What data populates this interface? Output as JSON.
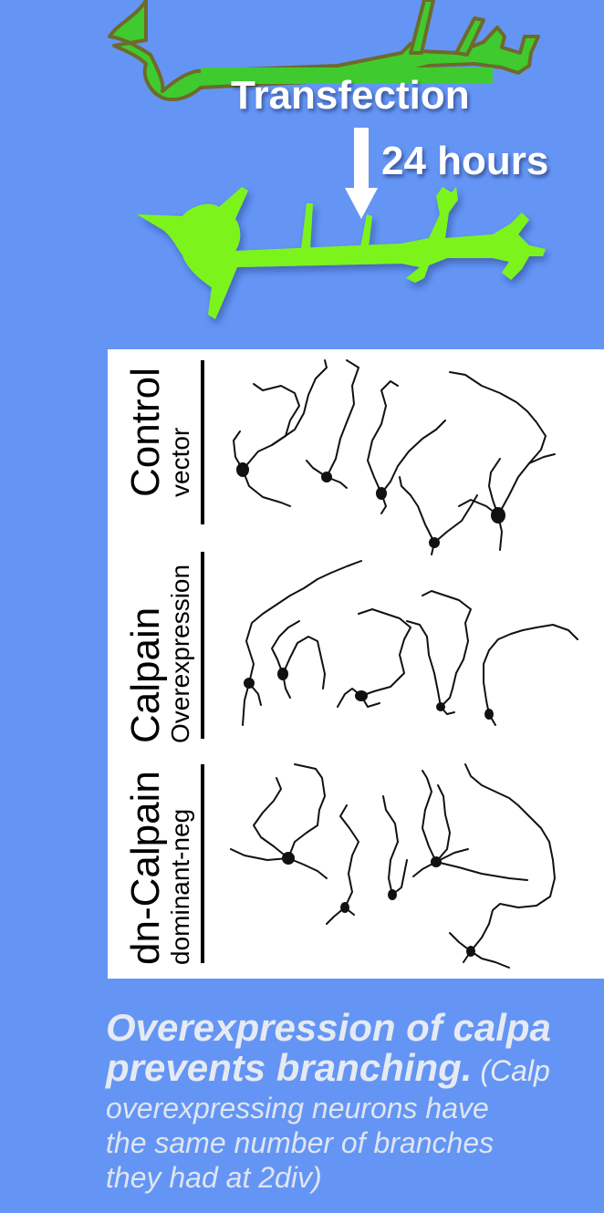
{
  "diagram": {
    "step_label": "Transfection",
    "time_label": "24 hours"
  },
  "panel": {
    "rows": [
      {
        "title": "Control",
        "subtitle": "vector"
      },
      {
        "title": "Calpain",
        "subtitle": "Overexpression"
      },
      {
        "title": "dn-Calpain",
        "subtitle": "dominant-neg"
      }
    ]
  },
  "caption": {
    "line1": "Overexpression of calpa",
    "line2_bold": "prevents branching.",
    "line2_rest": " (Calp",
    "line3": "overexpressing neurons have",
    "line4": "the same number of branches",
    "line5": "they had at 2div)"
  },
  "colors": {
    "background": "#6495f5",
    "neuron_top": "#3fcb2f",
    "neuron_top_outline": "#6e6a2a",
    "neuron_bottom": "#7cf41a"
  }
}
